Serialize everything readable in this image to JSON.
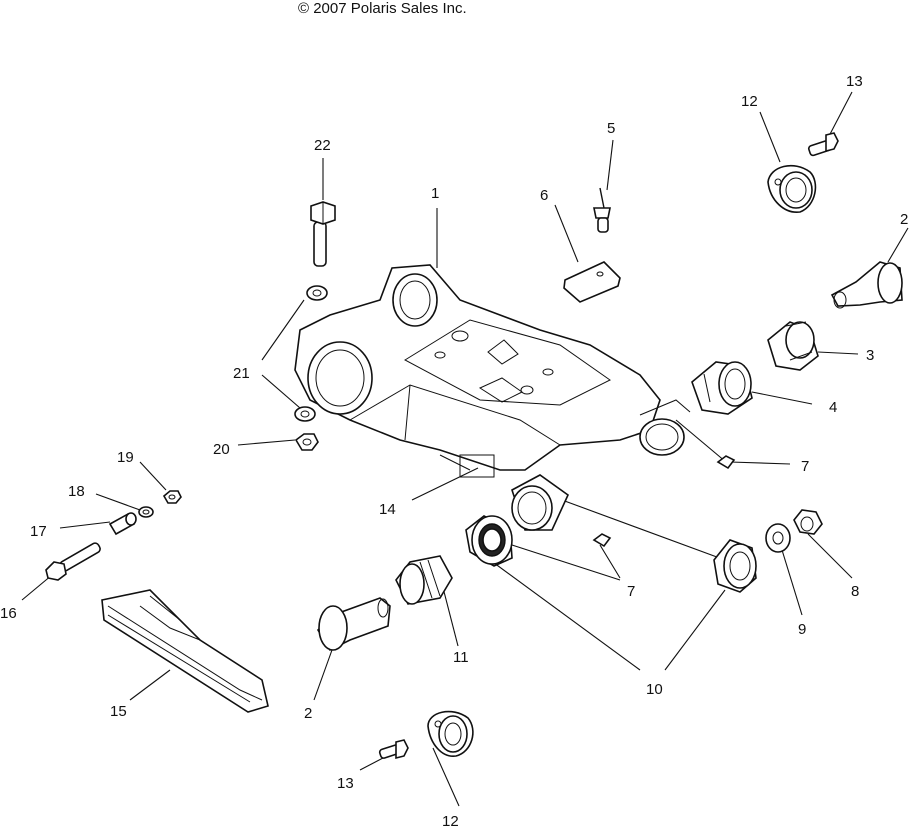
{
  "copyright": "© 2007 Polaris Sales Inc.",
  "callouts": {
    "c1": "1",
    "c2a": "2",
    "c2b": "2",
    "c3": "3",
    "c4": "4",
    "c5": "5",
    "c6": "6",
    "c7a": "7",
    "c7b": "7",
    "c8": "8",
    "c9": "9",
    "c10": "10",
    "c11": "11",
    "c12a": "12",
    "c12b": "12",
    "c13a": "13",
    "c13b": "13",
    "c14": "14",
    "c15": "15",
    "c16": "16",
    "c17": "17",
    "c18": "18",
    "c19": "19",
    "c20": "20",
    "c21": "21",
    "c22": "22"
  }
}
